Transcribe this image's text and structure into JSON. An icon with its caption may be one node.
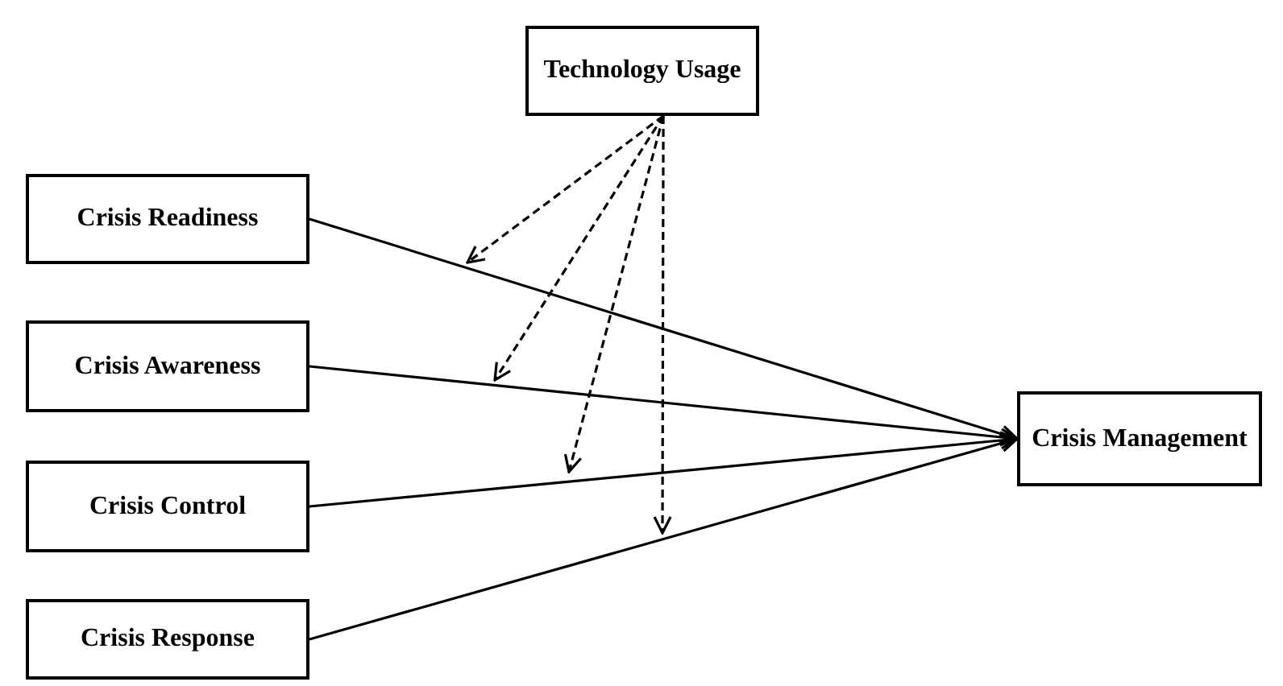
{
  "diagram": {
    "nodes": [
      {
        "text": [
          "Technology Usage"
        ]
      },
      {
        "text": [
          "Crisis Readiness"
        ]
      },
      {
        "text": [
          "Crisis Awareness"
        ]
      },
      {
        "text": [
          "Crisis Control"
        ]
      },
      {
        "text": [
          "Crisis Response"
        ]
      },
      {
        "text": [
          "Crisis Management"
        ]
      }
    ],
    "edges": [
      {
        "from": 1,
        "to": 5,
        "arrow": "to"
      },
      {
        "from": 2,
        "to": 5,
        "arrow": "to"
      },
      {
        "from": 3,
        "to": 5,
        "arrow": "to"
      },
      {
        "from": 4,
        "to": 5,
        "arrow": "to"
      },
      {
        "from": 0,
        "to": null,
        "arrow": "to",
        "style": "dashed"
      },
      {
        "from": 0,
        "to": null,
        "arrow": "to",
        "style": "dashed"
      },
      {
        "from": 0,
        "to": null,
        "arrow": "to",
        "style": "dashed"
      },
      {
        "from": 0,
        "to": null,
        "arrow": "to",
        "style": "dashed"
      }
    ]
  }
}
